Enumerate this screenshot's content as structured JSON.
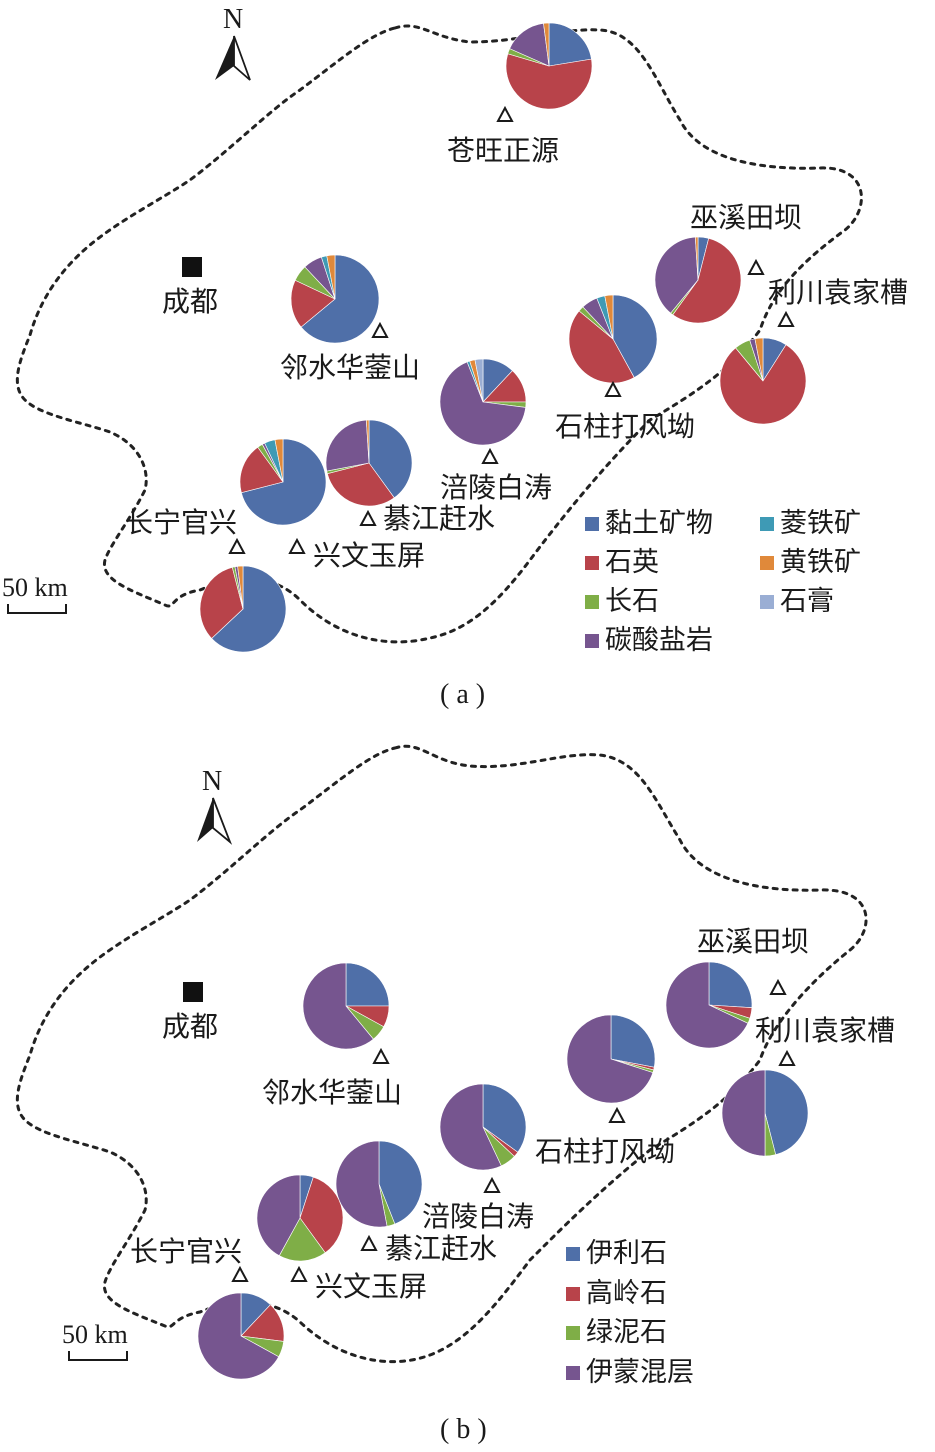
{
  "panels": [
    {
      "caption": "( a )",
      "north": "N",
      "scale_label": "50 km",
      "capital": "成都",
      "legend": [
        {
          "name": "黏土矿物",
          "color": "#4F6FA8"
        },
        {
          "name": "石英",
          "color": "#B8434A"
        },
        {
          "name": "长石",
          "color": "#7FAE47"
        },
        {
          "name": "碳酸盐岩",
          "color": "#76558F"
        },
        {
          "name": "菱铁矿",
          "color": "#3E9AB5"
        },
        {
          "name": "黄铁矿",
          "color": "#E0893A"
        },
        {
          "name": "石膏",
          "color": "#9AAED4"
        }
      ],
      "sites": [
        {
          "name": "苍旺正源",
          "shares": [
            22,
            56,
            2,
            16,
            0,
            2,
            0
          ]
        },
        {
          "name": "巫溪田坝",
          "shares": [
            4,
            56,
            1,
            38,
            0,
            1,
            0
          ]
        },
        {
          "name": "利川袁家槽",
          "shares": [
            9,
            80,
            6,
            2,
            0,
            3,
            0
          ]
        },
        {
          "name": "邻水华蓥山",
          "shares": [
            64,
            18,
            6,
            7,
            2,
            3,
            0
          ]
        },
        {
          "name": "石柱打风坳",
          "shares": [
            42,
            44,
            2,
            6,
            3,
            3,
            0
          ]
        },
        {
          "name": "涪陵白涛",
          "shares": [
            12,
            13,
            2,
            67,
            1,
            2,
            3
          ]
        },
        {
          "name": "长宁官兴",
          "shares": [
            71,
            19,
            2,
            1,
            4,
            3,
            0
          ]
        },
        {
          "name": "綦江赶水",
          "shares": [
            40,
            31,
            1,
            27,
            0,
            1,
            0
          ]
        },
        {
          "name": "兴文玉屏",
          "shares": [
            63,
            33,
            1,
            1,
            0,
            2,
            0
          ]
        }
      ]
    },
    {
      "caption": "( b )",
      "north": "N",
      "scale_label": "50 km",
      "capital": "成都",
      "legend": [
        {
          "name": "伊利石",
          "color": "#4F6FA8"
        },
        {
          "name": "高岭石",
          "color": "#B8434A"
        },
        {
          "name": "绿泥石",
          "color": "#7FAE47"
        },
        {
          "name": "伊蒙混层",
          "color": "#76558F"
        }
      ],
      "sites": [
        {
          "name": "巫溪田坝",
          "shares": [
            26,
            4,
            2,
            68
          ]
        },
        {
          "name": "利川袁家槽",
          "shares": [
            46,
            0,
            4,
            50
          ]
        },
        {
          "name": "邻水华蓥山",
          "shares": [
            25,
            8,
            6,
            61
          ]
        },
        {
          "name": "石柱打风坳",
          "shares": [
            28,
            1,
            1,
            70
          ]
        },
        {
          "name": "涪陵白涛",
          "shares": [
            35,
            2,
            6,
            57
          ]
        },
        {
          "name": "长宁官兴",
          "shares": [
            5,
            35,
            18,
            42
          ]
        },
        {
          "name": "綦江赶水",
          "shares": [
            44,
            0,
            3,
            53
          ]
        },
        {
          "name": "兴文玉屏",
          "shares": [
            12,
            15,
            6,
            67
          ]
        }
      ]
    }
  ],
  "chart_data": [
    {
      "type": "pie",
      "title": "",
      "categories": [
        "黏土矿物",
        "石英",
        "长石",
        "碳酸盐岩",
        "菱铁矿",
        "黄铁矿",
        "石膏"
      ],
      "series": [
        {
          "name": "苍旺正源",
          "values": [
            22,
            56,
            2,
            16,
            0,
            2,
            0
          ]
        },
        {
          "name": "巫溪田坝",
          "values": [
            4,
            56,
            1,
            38,
            0,
            1,
            0
          ]
        },
        {
          "name": "利川袁家槽",
          "values": [
            9,
            80,
            6,
            2,
            0,
            3,
            0
          ]
        },
        {
          "name": "邻水华蓥山",
          "values": [
            64,
            18,
            6,
            7,
            2,
            3,
            0
          ]
        },
        {
          "name": "石柱打风坳",
          "values": [
            42,
            44,
            2,
            6,
            3,
            3,
            0
          ]
        },
        {
          "name": "涪陵白涛",
          "values": [
            12,
            13,
            2,
            67,
            1,
            2,
            3
          ]
        },
        {
          "name": "长宁官兴",
          "values": [
            71,
            19,
            2,
            1,
            4,
            3,
            0
          ]
        },
        {
          "name": "綦江赶水",
          "values": [
            40,
            31,
            1,
            27,
            0,
            1,
            0
          ]
        },
        {
          "name": "兴文玉屏",
          "values": [
            63,
            33,
            1,
            1,
            0,
            2,
            0
          ]
        }
      ]
    },
    {
      "type": "pie",
      "title": "",
      "categories": [
        "伊利石",
        "高岭石",
        "绿泥石",
        "伊蒙混层"
      ],
      "series": [
        {
          "name": "巫溪田坝",
          "values": [
            26,
            4,
            2,
            68
          ]
        },
        {
          "name": "利川袁家槽",
          "values": [
            46,
            0,
            4,
            50
          ]
        },
        {
          "name": "邻水华蓥山",
          "values": [
            25,
            8,
            6,
            61
          ]
        },
        {
          "name": "石柱打风坳",
          "values": [
            28,
            1,
            1,
            70
          ]
        },
        {
          "name": "涪陵白涛",
          "values": [
            35,
            2,
            6,
            57
          ]
        },
        {
          "name": "长宁官兴",
          "values": [
            5,
            35,
            18,
            42
          ]
        },
        {
          "name": "綦江赶水",
          "values": [
            44,
            0,
            3,
            53
          ]
        },
        {
          "name": "兴文玉屏",
          "values": [
            12,
            15,
            6,
            67
          ]
        }
      ]
    }
  ]
}
